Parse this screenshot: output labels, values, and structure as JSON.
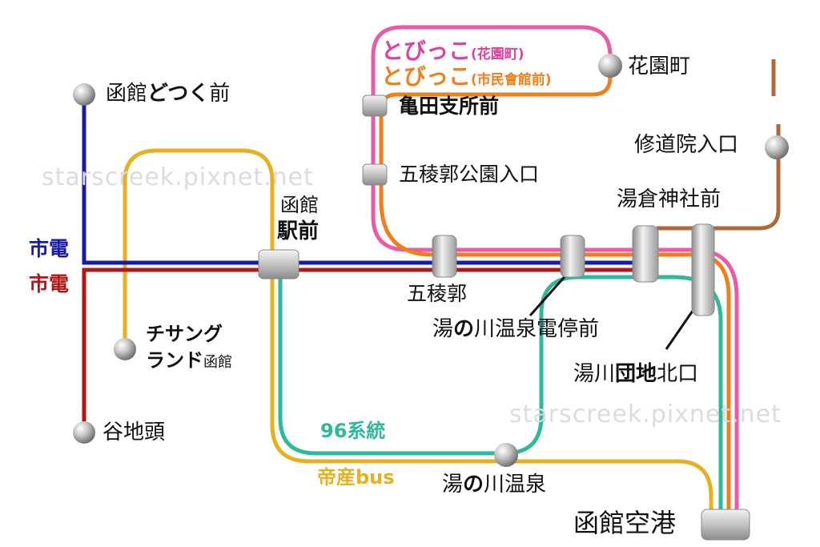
{
  "colors": {
    "tram_blue": "#1a1aa8",
    "tram_red": "#b01818",
    "pink": "#ea5aa8",
    "orange": "#ef7f1a",
    "teal": "#2fb89a",
    "yellow": "#e6b020",
    "brown": "#b06838"
  },
  "watermark": "starscreek.pixnet.net",
  "legend": {
    "tram_blue": "市電",
    "tram_red": "市電",
    "tobikko_1": "とびっこ",
    "tobikko_1_sub": "(花園町)",
    "tobikko_2": "とびっこ",
    "tobikko_2_sub": "(市民會館前)",
    "route96": "96系統",
    "teisan_bus": "帝産bus"
  },
  "stations": {
    "dotsuku_a": "函館",
    "dotsuku_b": "どつく",
    "dotsuku_c": "前",
    "yachigashira": "谷地頭",
    "chisangu_1": "チサング",
    "chisangu_2a": "ランド",
    "chisangu_2b": "函館",
    "hakodate_eki_1": "函館",
    "hakodate_eki_2": "駅前",
    "goryokaku": "五稜郭",
    "kameda": "亀田支所前",
    "goryokaku_koen": "五稜郭公園入口",
    "hanazonocho": "花園町",
    "shudoin": "修道院入口",
    "yunokura": "湯倉神社前",
    "yunokawa_onsen_tram_a": "湯",
    "yunokawa_onsen_tram_b": "の",
    "yunokawa_onsen_tram_c": "川温泉電停前",
    "yukawa_danchi_a": "湯川",
    "yukawa_danchi_b": "団地",
    "yukawa_danchi_c": "北口",
    "yunokawa_onsen_a": "湯",
    "yunokawa_onsen_b": "の",
    "yunokawa_onsen_c": "川温泉",
    "airport": "函館空港"
  }
}
